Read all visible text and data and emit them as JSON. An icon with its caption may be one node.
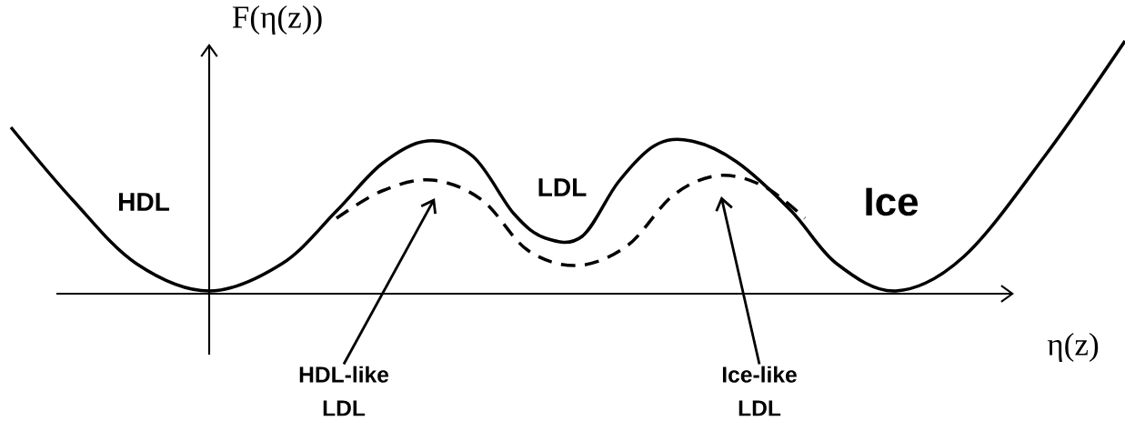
{
  "diagram": {
    "nodes": [
      {
        "text": [
          "HDL-like LDL"
        ]
      },
      {
        "text": [
          "Ice-like LDL"
        ]
      }
    ],
    "edges": [
      {
        "from": 0,
        "to": null,
        "arrow": "to"
      },
      {
        "from": 1,
        "to": null,
        "arrow": "to"
      }
    ],
    "labels": [
      "F(η(z))",
      "HDL",
      "LDL",
      "Ice",
      "η(z)"
    ]
  }
}
